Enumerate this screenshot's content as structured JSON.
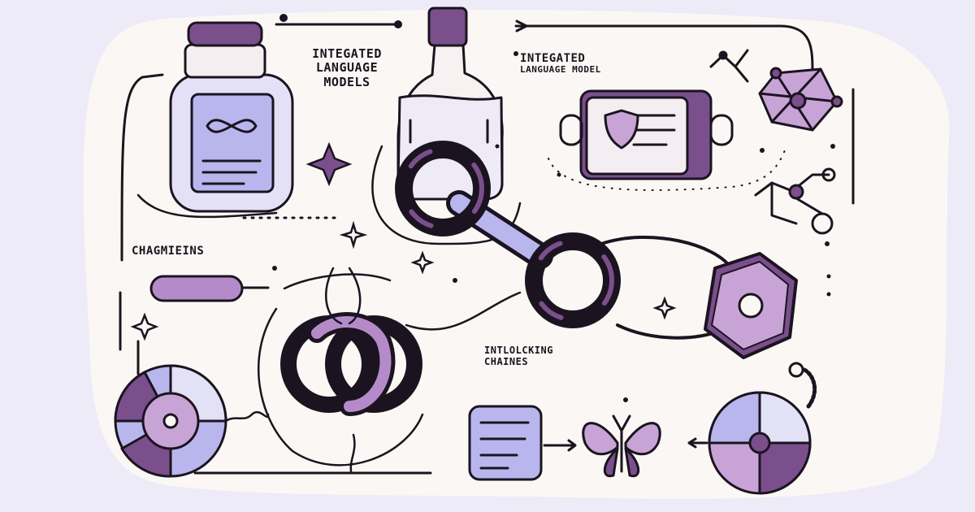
{
  "labels": {
    "top_left_line1": "INTEGATED",
    "top_left_line2": "LANGUAGE",
    "top_left_line3": "MODELS",
    "top_right_line1": "INTEGATED",
    "top_right_line2": "LANGUAGE MODEL",
    "mid_left": "CHAGMIEINS",
    "bottom_line1": "INTLOLCKING",
    "bottom_line2": "CHAINES"
  },
  "colors": {
    "background": "#ecebf7",
    "paper": "#fbf7f4",
    "ink": "#1b1420",
    "purple": "#7a4f8c",
    "lavender": "#b9b6ee",
    "pale_purple": "#c8a3d6"
  },
  "icons": [
    "jar-infinity-icon",
    "bottle-icon",
    "shield-card-icon",
    "network-node-icon",
    "chain-link-icon",
    "hexagon-nut-icon",
    "dial-wheel-icon",
    "document-icon",
    "butterfly-icon",
    "sparkle-icon"
  ]
}
